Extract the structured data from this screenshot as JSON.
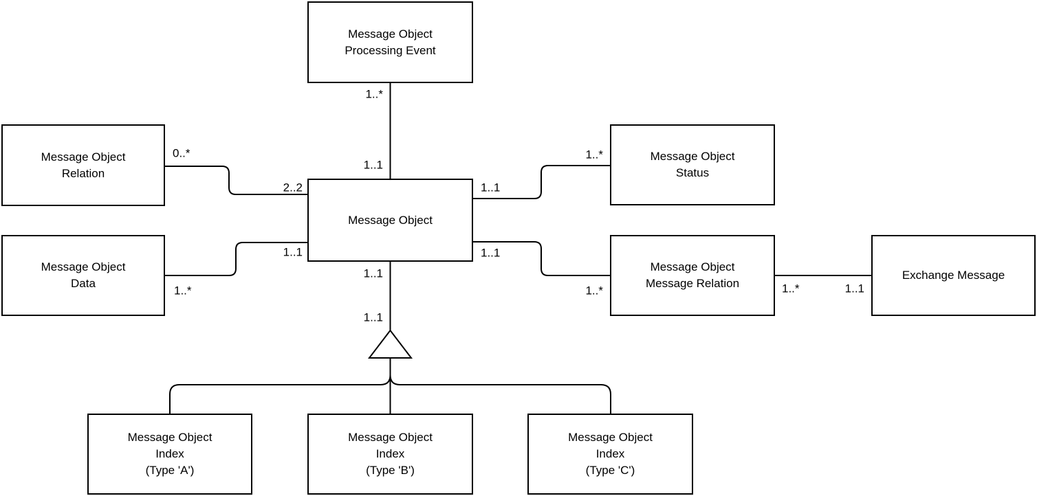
{
  "diagram": {
    "type": "entity-relationship-class-diagram",
    "colors": {
      "background": "#ffffff",
      "stroke": "#000000",
      "node_fill": "#ffffff",
      "text": "#000000"
    },
    "nodes": {
      "message_object_processing_event": {
        "label": "Message Object\nProcessing Event"
      },
      "message_object_relation": {
        "label": "Message Object\nRelation"
      },
      "message_object_data": {
        "label": "Message Object\nData"
      },
      "message_object": {
        "label": "Message Object"
      },
      "message_object_status": {
        "label": "Message Object\nStatus"
      },
      "message_object_message_relation": {
        "label": "Message Object\nMessage Relation"
      },
      "exchange_message": {
        "label": "Exchange Message"
      },
      "message_object_index_a": {
        "label": "Message Object\nIndex\n(Type 'A')"
      },
      "message_object_index_b": {
        "label": "Message Object\nIndex\n(Type 'B')"
      },
      "message_object_index_c": {
        "label": "Message Object\nIndex\n(Type 'C')"
      }
    },
    "edges": {
      "processing_event__message_object": {
        "from": "Message Object Processing Event",
        "to": "Message Object",
        "source_mult": "1..*",
        "target_mult": "1..1"
      },
      "relation__message_object": {
        "from": "Message Object Relation",
        "to": "Message Object",
        "source_mult": "0..*",
        "target_mult": "2..2"
      },
      "data__message_object": {
        "from": "Message Object Data",
        "to": "Message Object",
        "source_mult": "1..*",
        "target_mult": "1..1"
      },
      "message_object__status": {
        "from": "Message Object",
        "to": "Message Object Status",
        "source_mult": "1..1",
        "target_mult": "1..*"
      },
      "message_object__message_relation": {
        "from": "Message Object",
        "to": "Message Object Message Relation",
        "source_mult": "1..1",
        "target_mult": "1..*"
      },
      "message_relation__exchange_message": {
        "from": "Message Object Message Relation",
        "to": "Exchange Message",
        "source_mult": "1..*",
        "target_mult": "1..1"
      },
      "message_object__index_generalization": {
        "from": "Message Object",
        "to": "Message Object Index (Types 'A','B','C')",
        "mult_upper": "1..1",
        "mult_lower": "1..1",
        "style": "triangle-generalization"
      }
    }
  }
}
